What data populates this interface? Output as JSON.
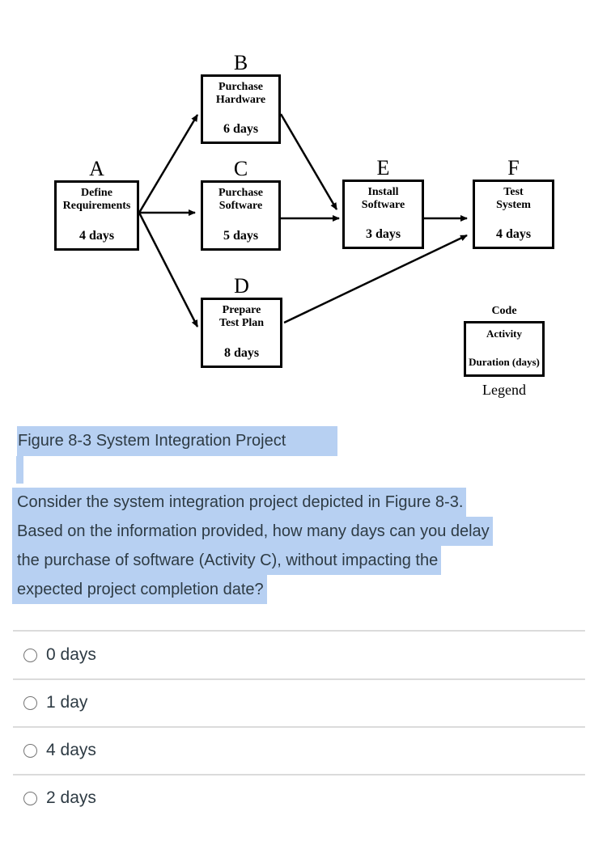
{
  "colors": {
    "highlight": "#b7d0f2",
    "text": "#2e3b44",
    "divider": "#dbdbdb",
    "ink": "#000000",
    "radio-border": "#757575"
  },
  "diagram": {
    "nodes": {
      "A": {
        "letter": "A",
        "title": "Define\nRequirements",
        "duration": "4 days"
      },
      "B": {
        "letter": "B",
        "title": "Purchase\nHardware",
        "duration": "6 days"
      },
      "C": {
        "letter": "C",
        "title": "Purchase\nSoftware",
        "duration": "5 days"
      },
      "D": {
        "letter": "D",
        "title": "Prepare\nTest Plan",
        "duration": "8 days"
      },
      "E": {
        "letter": "E",
        "title": "Install\nSoftware",
        "duration": "3 days"
      },
      "F": {
        "letter": "F",
        "title": "Test\nSystem",
        "duration": "4 days"
      }
    },
    "edges": [
      {
        "from": "A",
        "to": "B"
      },
      {
        "from": "A",
        "to": "C"
      },
      {
        "from": "A",
        "to": "D"
      },
      {
        "from": "B",
        "to": "E"
      },
      {
        "from": "C",
        "to": "E"
      },
      {
        "from": "E",
        "to": "F"
      },
      {
        "from": "D",
        "to": "F"
      }
    ],
    "legend": {
      "code_label": "Code",
      "activity_label": "Activity",
      "duration_label": "Duration (days)",
      "caption": "Legend"
    }
  },
  "figure_caption": "Figure 8-3 System Integration Project",
  "question": {
    "lines": [
      "Consider the system integration project depicted in Figure 8-3.",
      "Based on the information provided, how many days can you delay",
      "the purchase of software (Activity C), without impacting the",
      "expected project completion date?"
    ]
  },
  "options": [
    {
      "label": "0 days"
    },
    {
      "label": "1 day"
    },
    {
      "label": "4 days"
    },
    {
      "label": "2 days"
    }
  ]
}
